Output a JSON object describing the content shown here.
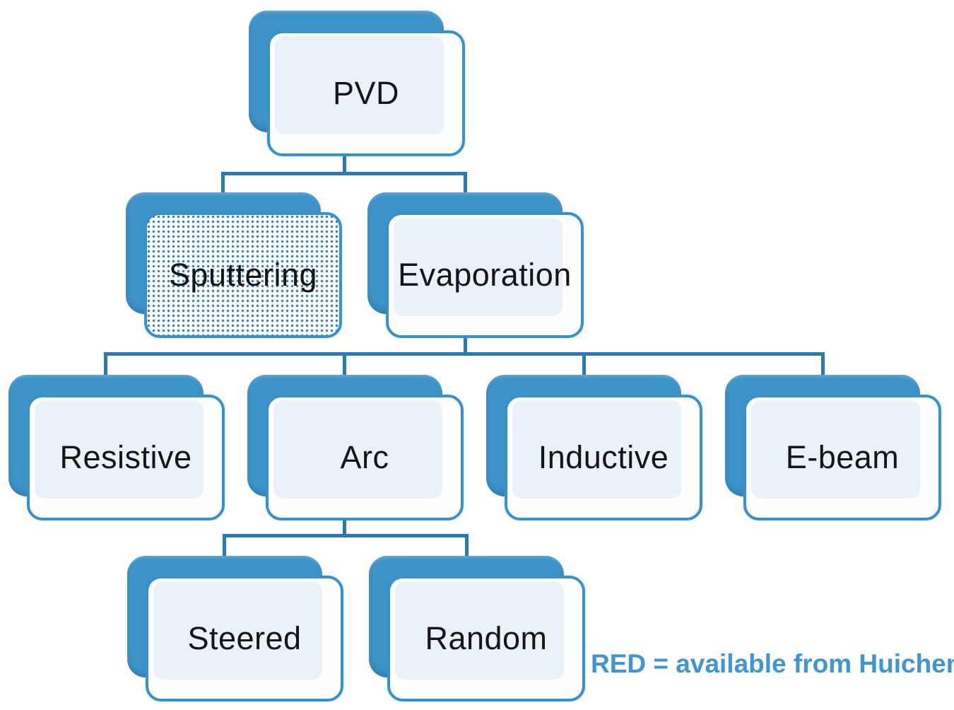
{
  "diagram": {
    "type": "hierarchy-tree",
    "topic": "PVD",
    "nodes": {
      "pvd": {
        "label": "PVD",
        "style": "solid-panel"
      },
      "sputtering": {
        "label": "Sputtering",
        "style": "dotted-pattern"
      },
      "evaporation": {
        "label": "Evaporation",
        "style": "solid-panel"
      },
      "resistive": {
        "label": "Resistive",
        "style": "solid-panel"
      },
      "arc": {
        "label": "Arc",
        "style": "solid-panel"
      },
      "inductive": {
        "label": "Inductive",
        "style": "solid-panel"
      },
      "ebeam": {
        "label": "E-beam",
        "style": "solid-panel"
      },
      "steered": {
        "label": "Steered",
        "style": "solid-panel"
      },
      "random": {
        "label": "Random",
        "style": "solid-panel"
      }
    },
    "edges": [
      {
        "from": "PVD",
        "to": "Sputtering"
      },
      {
        "from": "PVD",
        "to": "Evaporation"
      },
      {
        "from": "Evaporation",
        "to": "Resistive"
      },
      {
        "from": "Evaporation",
        "to": "Arc"
      },
      {
        "from": "Evaporation",
        "to": "Inductive"
      },
      {
        "from": "Evaporation",
        "to": "E-beam"
      },
      {
        "from": "Arc",
        "to": "Steered"
      },
      {
        "from": "Arc",
        "to": "Random"
      }
    ],
    "legend": {
      "text": "RED = available from Huicheng",
      "color": "#3f96d2"
    },
    "colors": {
      "box_solid_blue": "#3e93c9",
      "box_border": "#3a91c8",
      "inner_panel": "#eaf1f9",
      "connector": "#2979b3",
      "dotted_dot": "#2f6d9e",
      "label_text": "#151515"
    }
  }
}
